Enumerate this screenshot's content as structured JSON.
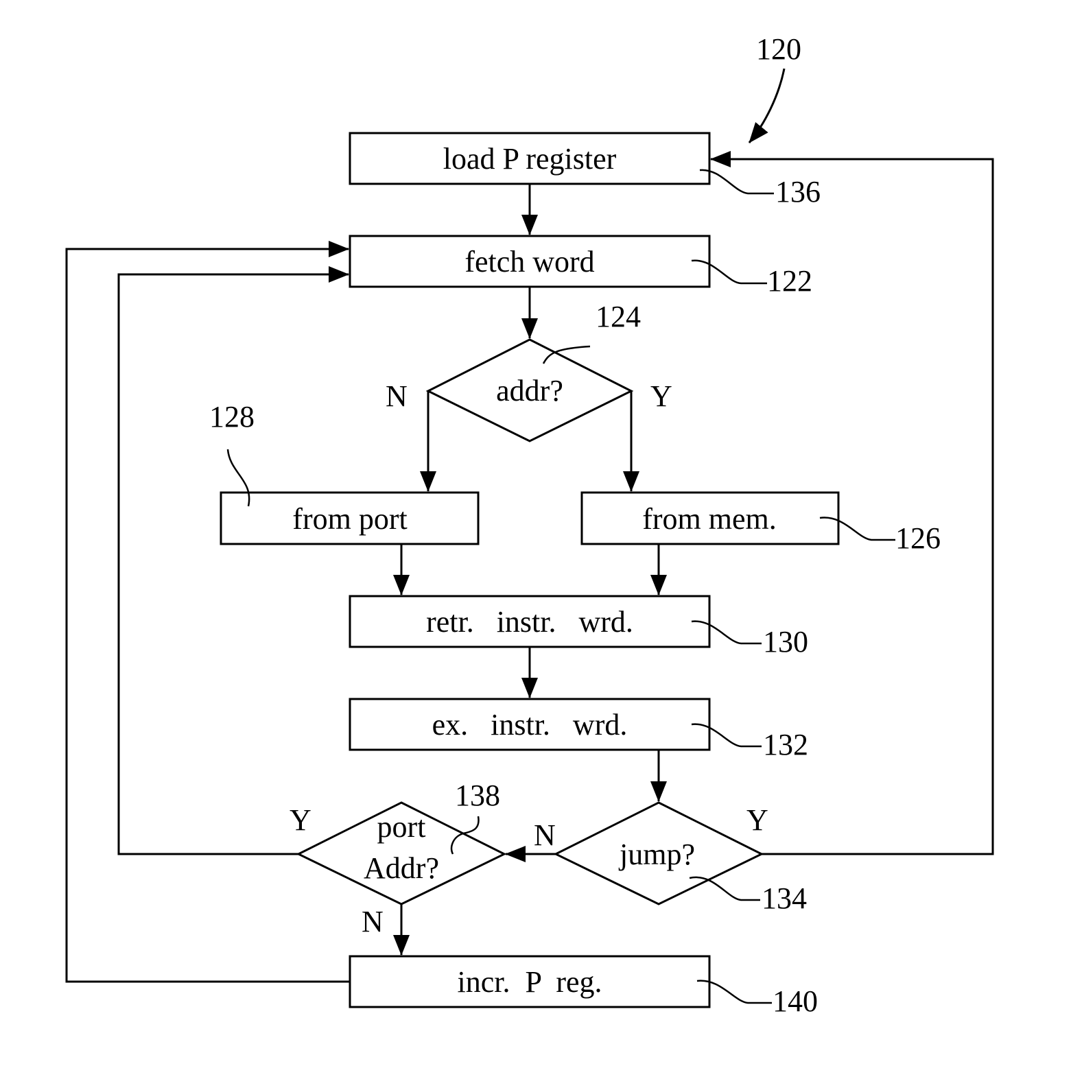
{
  "figure": {
    "ref": "120",
    "nodes": {
      "load_p": {
        "label": "load P register",
        "ref": "136"
      },
      "fetch": {
        "label": "fetch word",
        "ref": "122"
      },
      "addr": {
        "label": "addr?",
        "ref": "124",
        "no": "N",
        "yes": "Y"
      },
      "from_port": {
        "label": "from port",
        "ref": "128"
      },
      "from_mem": {
        "label": "from mem.",
        "ref": "126"
      },
      "retr": {
        "label": "retr.   instr.   wrd.",
        "ref": "130"
      },
      "ex": {
        "label": "ex.   instr.   wrd.",
        "ref": "132"
      },
      "jump": {
        "label": "jump?",
        "ref": "134",
        "no": "N",
        "yes": "Y"
      },
      "port_addr": {
        "label1": "port",
        "label2": "Addr?",
        "ref": "138",
        "no": "N",
        "yes": "Y"
      },
      "incr": {
        "label": "incr.  P  reg.",
        "ref": "140"
      }
    }
  }
}
